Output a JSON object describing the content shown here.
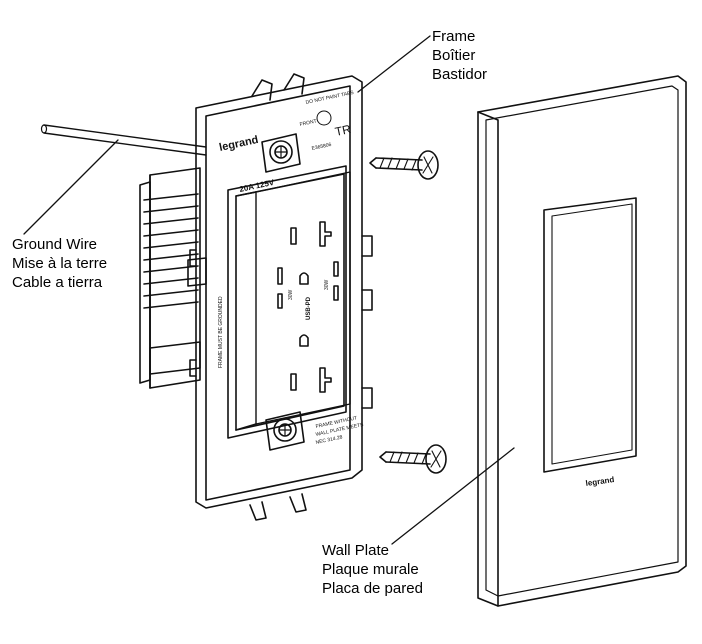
{
  "callouts": {
    "frame": [
      "Frame",
      "Boîtier",
      "Bastidor"
    ],
    "ground_wire": [
      "Ground Wire",
      "Mise à la terre",
      "Cable a tierra"
    ],
    "wall_plate": [
      "Wall Plate",
      "Plaque murale",
      "Placa de pared"
    ]
  },
  "device_markings": {
    "brand": "legrand",
    "plate_brand": "legrand",
    "front": "FRONT",
    "do_not_paint": "DO NOT PAINT TABS",
    "rating": "20A 125V",
    "usb": "USB-PD",
    "usb_a": "30W",
    "usb_c": "30W",
    "frame_grounded": "FRAME MUST BE GROUNDED",
    "frame_without": "FRAME WITHOUT",
    "plate_meets": "WALL PLATE MEETS",
    "nec": "NEC 314.28",
    "listed": "E365806",
    "tr": "TR"
  }
}
